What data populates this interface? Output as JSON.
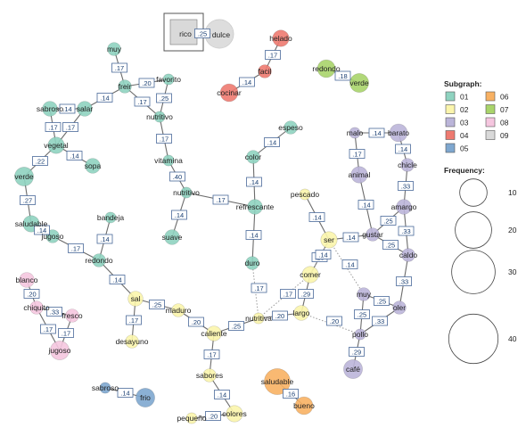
{
  "legend": {
    "subgraph_title": "Subgraph:",
    "subgraphs": [
      {
        "id": "01",
        "color": "#8fd3c0"
      },
      {
        "id": "02",
        "color": "#fbf5ac"
      },
      {
        "id": "03",
        "color": "#bbb5d9"
      },
      {
        "id": "04",
        "color": "#ee7a70"
      },
      {
        "id": "05",
        "color": "#7ea7cf"
      },
      {
        "id": "06",
        "color": "#f8b163"
      },
      {
        "id": "07",
        "color": "#a9d46a"
      },
      {
        "id": "08",
        "color": "#f5c6df"
      },
      {
        "id": "09",
        "color": "#d9d9d9"
      }
    ],
    "frequency_title": "Frequency:",
    "frequencies": [
      10,
      20,
      30,
      40
    ]
  },
  "nodes": [
    {
      "id": "rico",
      "label": "rico",
      "group": "09",
      "freq": 4
    },
    {
      "id": "dulce",
      "label": "dulce",
      "group": "09",
      "freq": 18
    },
    {
      "id": "helado",
      "label": "helado",
      "group": "04",
      "freq": 4
    },
    {
      "id": "facil",
      "label": "facil",
      "group": "04",
      "freq": 2
    },
    {
      "id": "cocinar",
      "label": "cocinar",
      "group": "04",
      "freq": 5
    },
    {
      "id": "redondo2",
      "label": "redondo",
      "group": "07",
      "freq": 5
    },
    {
      "id": "verde2",
      "label": "verde",
      "group": "07",
      "freq": 6
    },
    {
      "id": "muy1",
      "label": "muy",
      "group": "01",
      "freq": 2
    },
    {
      "id": "freir",
      "label": "freir",
      "group": "01",
      "freq": 2
    },
    {
      "id": "favorito",
      "label": "favorito",
      "group": "01",
      "freq": 1
    },
    {
      "id": "sabroso",
      "label": "sabroso",
      "group": "01",
      "freq": 3
    },
    {
      "id": "salar",
      "label": "salar",
      "group": "01",
      "freq": 3
    },
    {
      "id": "nutritivo1",
      "label": "nutritivo",
      "group": "01",
      "freq": 1
    },
    {
      "id": "vegetal",
      "label": "vegetal",
      "group": "01",
      "freq": 4
    },
    {
      "id": "sopa",
      "label": "sopa",
      "group": "01",
      "freq": 3
    },
    {
      "id": "verde1",
      "label": "verde",
      "group": "01",
      "freq": 6
    },
    {
      "id": "saludable1",
      "label": "saludable",
      "group": "01",
      "freq": 4
    },
    {
      "id": "jugoso1",
      "label": "jugoso",
      "group": "01",
      "freq": 2
    },
    {
      "id": "bandeja",
      "label": "bandeja",
      "group": "01",
      "freq": 1
    },
    {
      "id": "redondo1",
      "label": "redondo",
      "group": "01",
      "freq": 2
    },
    {
      "id": "vitamina",
      "label": "vitamina",
      "group": "01",
      "freq": 1
    },
    {
      "id": "nutritivo2",
      "label": "nutritivo",
      "group": "01",
      "freq": 1
    },
    {
      "id": "suave",
      "label": "suave",
      "group": "01",
      "freq": 3
    },
    {
      "id": "color",
      "label": "color",
      "group": "01",
      "freq": 2
    },
    {
      "id": "espeso",
      "label": "espeso",
      "group": "01",
      "freq": 2
    },
    {
      "id": "refrescante",
      "label": "refrescante",
      "group": "01",
      "freq": 3
    },
    {
      "id": "duro",
      "label": "duro",
      "group": "01",
      "freq": 2
    },
    {
      "id": "malo",
      "label": "malo",
      "group": "03",
      "freq": 1
    },
    {
      "id": "barato",
      "label": "barato",
      "group": "03",
      "freq": 5
    },
    {
      "id": "chicle",
      "label": "chicle",
      "group": "03",
      "freq": 2
    },
    {
      "id": "animal",
      "label": "animal",
      "group": "03",
      "freq": 4
    },
    {
      "id": "amargo",
      "label": "amargo",
      "group": "03",
      "freq": 3
    },
    {
      "id": "gustar",
      "label": "gustar",
      "group": "03",
      "freq": 2
    },
    {
      "id": "caldo",
      "label": "caldo",
      "group": "03",
      "freq": 2
    },
    {
      "id": "muy2",
      "label": "muy",
      "group": "03",
      "freq": 2
    },
    {
      "id": "oler",
      "label": "oler",
      "group": "03",
      "freq": 2
    },
    {
      "id": "pollo",
      "label": "pollo",
      "group": "03",
      "freq": 1
    },
    {
      "id": "cafe",
      "label": "café",
      "group": "03",
      "freq": 6
    },
    {
      "id": "pescado",
      "label": "pescado",
      "group": "02",
      "freq": 1
    },
    {
      "id": "ser",
      "label": "ser",
      "group": "02",
      "freq": 4
    },
    {
      "id": "comer",
      "label": "comer",
      "group": "02",
      "freq": 4
    },
    {
      "id": "largo",
      "label": "largo",
      "group": "02",
      "freq": 3
    },
    {
      "id": "nutritiva",
      "label": "nutritiva",
      "group": "02",
      "freq": 1
    },
    {
      "id": "caliente",
      "label": "caliente",
      "group": "02",
      "freq": 3
    },
    {
      "id": "maduro",
      "label": "maduro",
      "group": "02",
      "freq": 2
    },
    {
      "id": "sal",
      "label": "sal",
      "group": "02",
      "freq": 3
    },
    {
      "id": "desayuno",
      "label": "desayuno",
      "group": "02",
      "freq": 2
    },
    {
      "id": "sabores",
      "label": "sabores",
      "group": "02",
      "freq": 2
    },
    {
      "id": "colores",
      "label": "colores",
      "group": "02",
      "freq": 4
    },
    {
      "id": "pequeno",
      "label": "pequeño",
      "group": "02",
      "freq": 1
    },
    {
      "id": "blanco",
      "label": "blanco",
      "group": "08",
      "freq": 3
    },
    {
      "id": "chiquito",
      "label": "chiquito",
      "group": "08",
      "freq": 2
    },
    {
      "id": "fresco",
      "label": "fresco",
      "group": "08",
      "freq": 2
    },
    {
      "id": "jugoso2",
      "label": "jugoso",
      "group": "08",
      "freq": 6
    },
    {
      "id": "sabroso2",
      "label": "sabroso",
      "group": "05",
      "freq": 1
    },
    {
      "id": "frio",
      "label": "frio",
      "group": "05",
      "freq": 6
    },
    {
      "id": "saludable2",
      "label": "saludable",
      "group": "06",
      "freq": 14
    },
    {
      "id": "bueno",
      "label": "bueno",
      "group": "06",
      "freq": 5
    }
  ],
  "edges": [
    {
      "a": "rico",
      "b": "dulce",
      "w": ".25"
    },
    {
      "a": "helado",
      "b": "facil",
      "w": ".17"
    },
    {
      "a": "facil",
      "b": "cocinar",
      "w": ".14"
    },
    {
      "a": "redondo2",
      "b": "verde2",
      "w": ".18"
    },
    {
      "a": "muy1",
      "b": "freir",
      "w": ".17"
    },
    {
      "a": "freir",
      "b": "favorito",
      "w": ".20"
    },
    {
      "a": "favorito",
      "b": "nutritivo1",
      "w": ".25"
    },
    {
      "a": "freir",
      "b": "nutritivo1",
      "w": ".17"
    },
    {
      "a": "freir",
      "b": "salar",
      "w": ".14"
    },
    {
      "a": "sabroso",
      "b": "salar",
      "w": ".14"
    },
    {
      "a": "sabroso",
      "b": "vegetal",
      "w": ".17"
    },
    {
      "a": "salar",
      "b": "vegetal",
      "w": ".17"
    },
    {
      "a": "vegetal",
      "b": "sopa",
      "w": ".14"
    },
    {
      "a": "vegetal",
      "b": "verde1",
      "w": ".22"
    },
    {
      "a": "verde1",
      "b": "saludable1",
      "w": ".27"
    },
    {
      "a": "saludable1",
      "b": "jugoso1",
      "w": ".14"
    },
    {
      "a": "jugoso1",
      "b": "redondo1",
      "w": ".17"
    },
    {
      "a": "bandeja",
      "b": "redondo1",
      "w": ".14"
    },
    {
      "a": "redondo1",
      "b": "sal",
      "w": ".14"
    },
    {
      "a": "nutritivo1",
      "b": "vitamina",
      "w": ".17"
    },
    {
      "a": "vitamina",
      "b": "nutritivo2",
      "w": ".40"
    },
    {
      "a": "nutritivo2",
      "b": "suave",
      "w": ".14"
    },
    {
      "a": "nutritivo2",
      "b": "refrescante",
      "w": ".17"
    },
    {
      "a": "color",
      "b": "espeso",
      "w": ".14"
    },
    {
      "a": "color",
      "b": "refrescante",
      "w": ".14"
    },
    {
      "a": "refrescante",
      "b": "duro",
      "w": ".14"
    },
    {
      "a": "malo",
      "b": "barato",
      "w": ".14"
    },
    {
      "a": "barato",
      "b": "chicle",
      "w": ".14"
    },
    {
      "a": "malo",
      "b": "animal",
      "w": ".17"
    },
    {
      "a": "chicle",
      "b": "amargo",
      "w": ".33"
    },
    {
      "a": "animal",
      "b": "gustar",
      "w": ".14"
    },
    {
      "a": "amargo",
      "b": "gustar",
      "w": ".25"
    },
    {
      "a": "amargo",
      "b": "caldo",
      "w": ".33"
    },
    {
      "a": "gustar",
      "b": "caldo",
      "w": ".25"
    },
    {
      "a": "caldo",
      "b": "oler",
      "w": ".33"
    },
    {
      "a": "muy2",
      "b": "oler",
      "w": ".25"
    },
    {
      "a": "muy2",
      "b": "pollo",
      "w": ".25"
    },
    {
      "a": "oler",
      "b": "pollo",
      "w": ".33"
    },
    {
      "a": "pollo",
      "b": "cafe",
      "w": ".29"
    },
    {
      "a": "pescado",
      "b": "ser",
      "w": ".14"
    },
    {
      "a": "ser",
      "b": "gustar",
      "w": ".14"
    },
    {
      "a": "ser",
      "b": "comer",
      "w": ".25"
    },
    {
      "a": "comer",
      "b": "largo",
      "w": ".29"
    },
    {
      "a": "largo",
      "b": "nutritiva",
      "w": ".20"
    },
    {
      "a": "nutritiva",
      "b": "caliente",
      "w": ".25"
    },
    {
      "a": "caliente",
      "b": "maduro",
      "w": ".20"
    },
    {
      "a": "maduro",
      "b": "sal",
      "w": ".25"
    },
    {
      "a": "sal",
      "b": "desayuno",
      "w": ".17"
    },
    {
      "a": "caliente",
      "b": "sabores",
      "w": ".17"
    },
    {
      "a": "sabores",
      "b": "colores",
      "w": ".14"
    },
    {
      "a": "colores",
      "b": "pequeno",
      "w": ".20"
    },
    {
      "a": "blanco",
      "b": "chiquito",
      "w": ".20"
    },
    {
      "a": "chiquito",
      "b": "fresco",
      "w": ".33"
    },
    {
      "a": "chiquito",
      "b": "jugoso2",
      "w": ".17"
    },
    {
      "a": "fresco",
      "b": "jugoso2",
      "w": ".17"
    },
    {
      "a": "sabroso2",
      "b": "frio",
      "w": ".14"
    },
    {
      "a": "saludable2",
      "b": "bueno",
      "w": ".16"
    },
    {
      "a": "ser",
      "b": "comer",
      "w": ".14",
      "dotted": true
    },
    {
      "a": "duro",
      "b": "nutritiva",
      "w": ".17",
      "dotted": true
    },
    {
      "a": "comer",
      "b": "nutritiva",
      "w": ".17",
      "dotted": true
    },
    {
      "a": "ser",
      "b": "muy2",
      "w": ".14",
      "dotted": true
    },
    {
      "a": "largo",
      "b": "pollo",
      "w": ".20",
      "dotted": true
    }
  ]
}
